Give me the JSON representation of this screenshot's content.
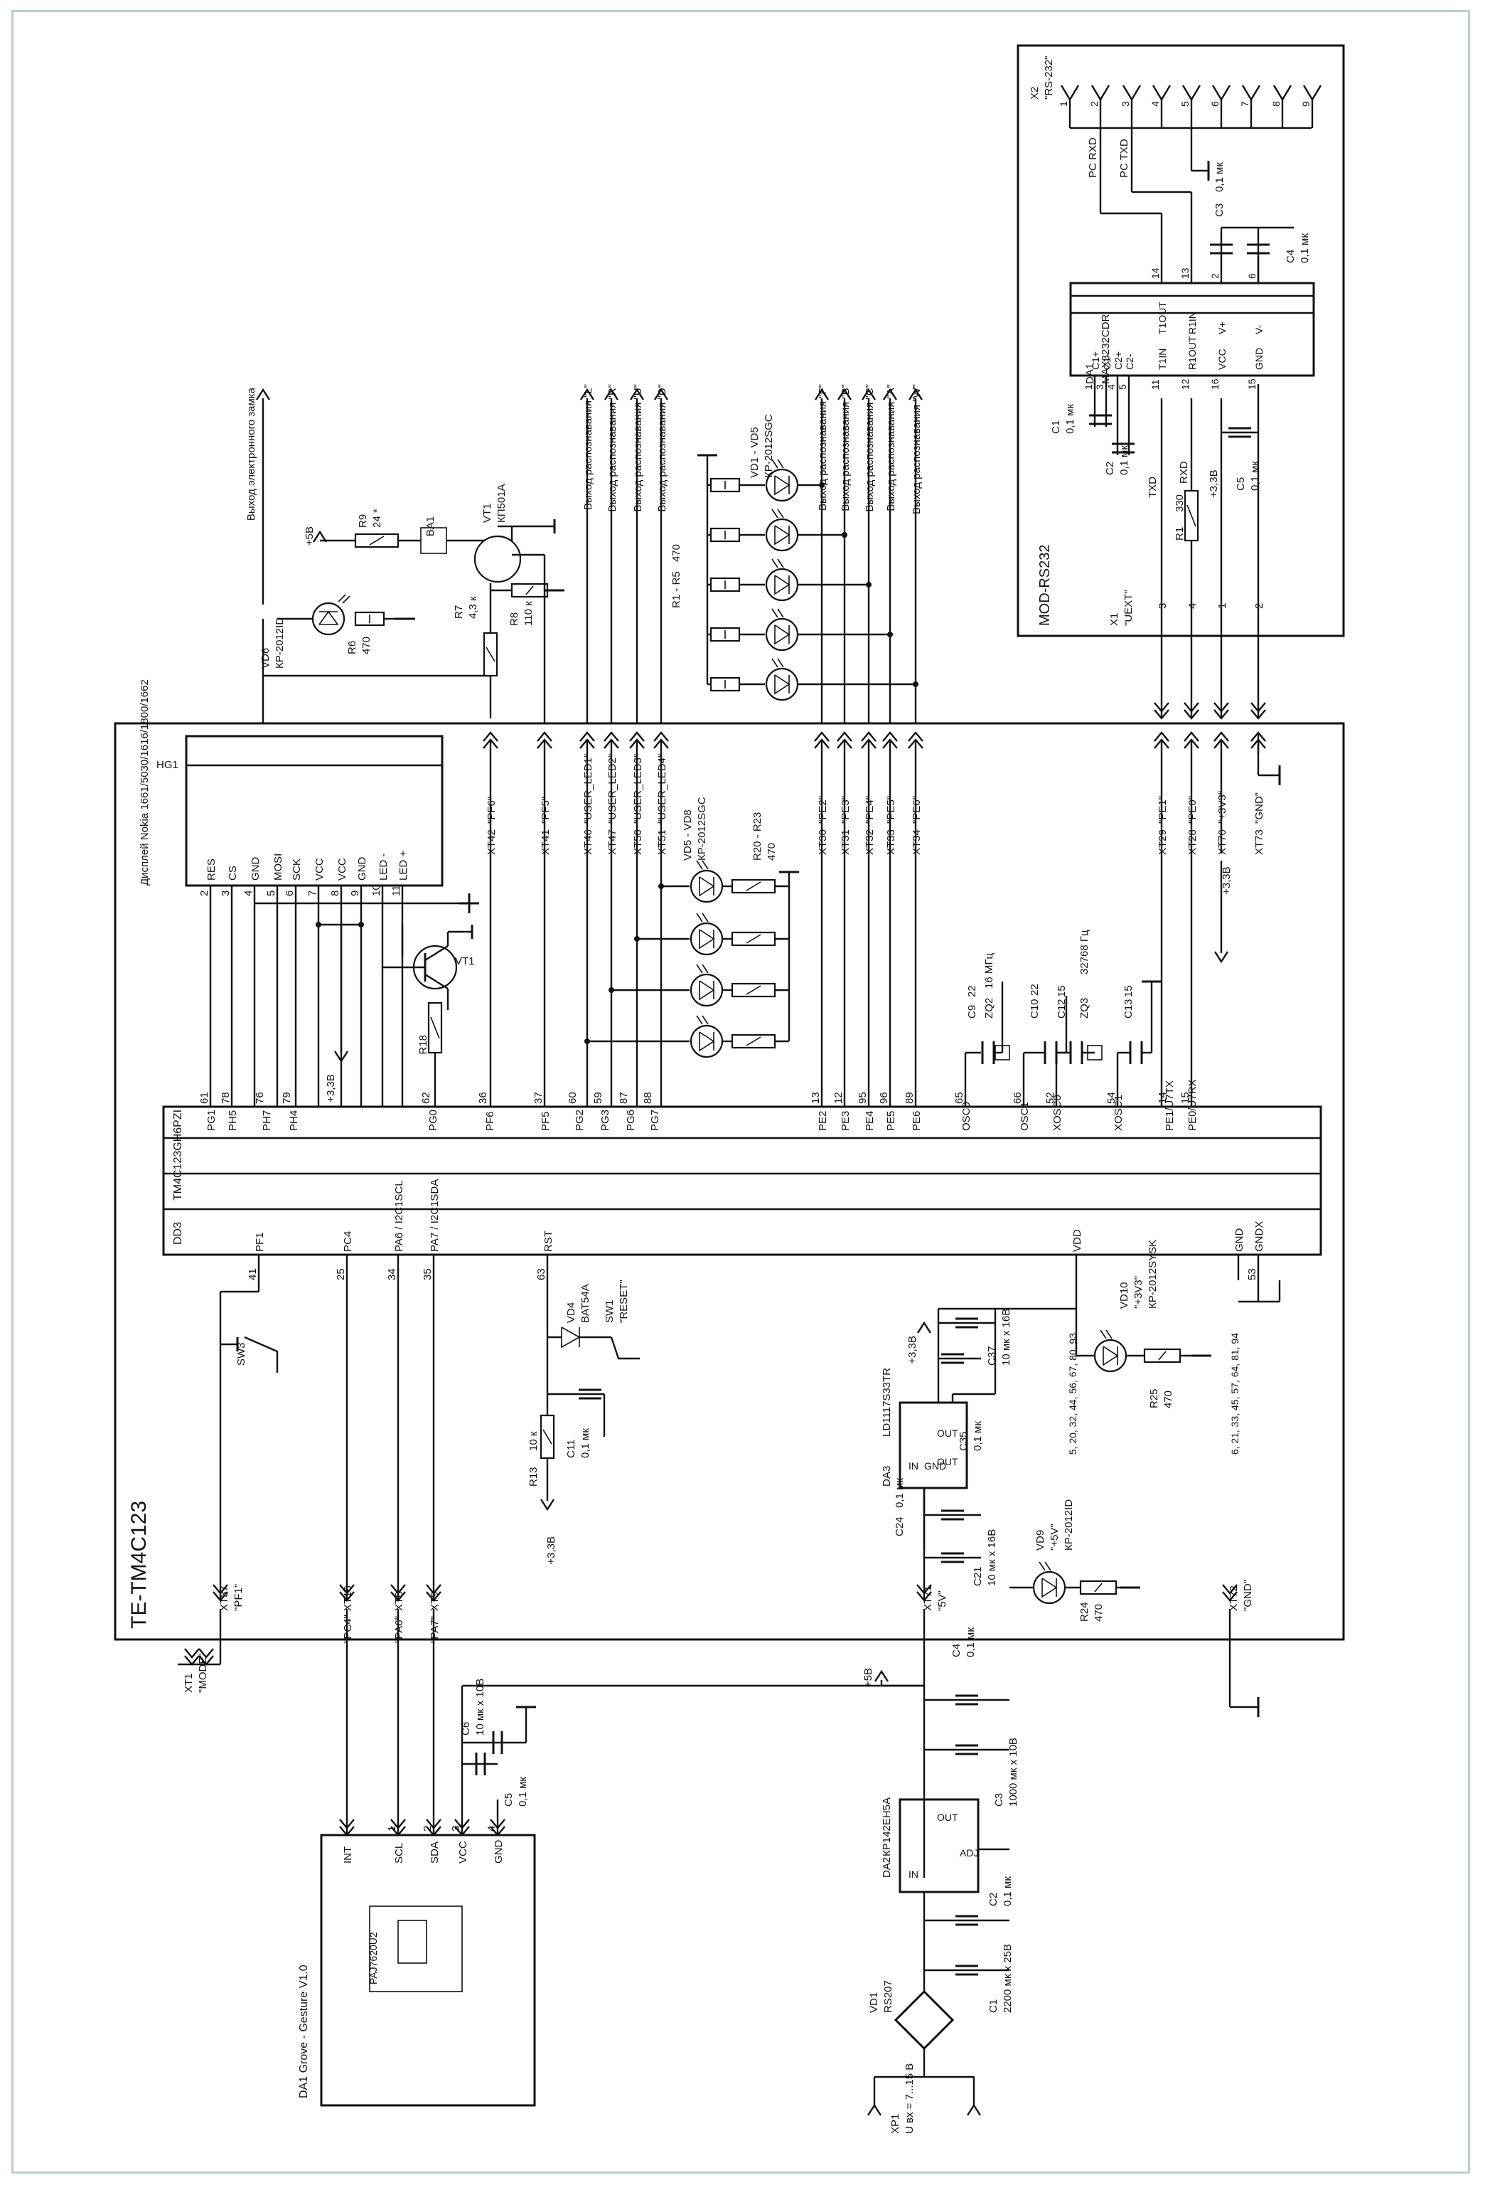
{
  "board": {
    "name": "TE-TM4C123"
  },
  "mcu": {
    "ref": "DD3",
    "part": "TM4C123GH6PZI",
    "top_pins": [
      {
        "num": "61",
        "name": "PG1"
      },
      {
        "num": "78",
        "name": "PH5"
      },
      {
        "num": "76",
        "name": "PH7"
      },
      {
        "num": "79",
        "name": "PH4"
      },
      {
        "num": "62",
        "name": "PG0"
      },
      {
        "num": "36",
        "name": "PF6"
      },
      {
        "num": "37",
        "name": "PF5"
      },
      {
        "num": "60",
        "name": "PG2"
      },
      {
        "num": "59",
        "name": "PG3"
      },
      {
        "num": "87",
        "name": "PG6"
      },
      {
        "num": "88",
        "name": "PG7"
      },
      {
        "num": "13",
        "name": "PE2"
      },
      {
        "num": "12",
        "name": "PE3"
      },
      {
        "num": "95",
        "name": "PE4"
      },
      {
        "num": "96",
        "name": "PE5"
      },
      {
        "num": "89",
        "name": "PE6"
      },
      {
        "num": "65",
        "name": "OSC0"
      },
      {
        "num": "66",
        "name": "OSC1"
      },
      {
        "num": "52",
        "name": "XOSC0"
      },
      {
        "num": "54",
        "name": "XOSC1"
      },
      {
        "num": "14",
        "name": "PE1/U7TX"
      },
      {
        "num": "15",
        "name": "PE0/U7RX"
      }
    ],
    "bottom_pins": [
      {
        "num": "41",
        "name": "PF1"
      },
      {
        "num": "25",
        "name": "PC4"
      },
      {
        "num": "34",
        "name": "PA6 / I2C1SCL"
      },
      {
        "num": "35",
        "name": "PA7 / I2C1SDA"
      },
      {
        "num": "63",
        "name": "RST"
      },
      {
        "num": "",
        "name": "VDD"
      },
      {
        "num": "",
        "name": "GND"
      },
      {
        "num": "53",
        "name": "GNDX"
      }
    ],
    "vdd_pins": "5, 20, 32, 44, 56, 67, 80, 93",
    "gnd_pins": "6, 21, 33, 45, 57, 64, 81, 94"
  },
  "display": {
    "ref": "HG1",
    "title": "Дисплей  Nokia  1661/5030/1616/1800/1662",
    "pins": [
      {
        "num": "2",
        "name": "RES"
      },
      {
        "num": "3",
        "name": "CS"
      },
      {
        "num": "4",
        "name": "GND"
      },
      {
        "num": "5",
        "name": "MOSI"
      },
      {
        "num": "6",
        "name": "SCK"
      },
      {
        "num": "7",
        "name": "VCC"
      },
      {
        "num": "8",
        "name": "VCC"
      },
      {
        "num": "9",
        "name": "GND"
      },
      {
        "num": "10",
        "name": "LED -"
      },
      {
        "num": "11",
        "name": "LED +"
      }
    ]
  },
  "top_connectors": [
    {
      "ref": "XT42",
      "net": "\"PF6\""
    },
    {
      "ref": "XT41",
      "net": "\"PF5\""
    },
    {
      "ref": "XT46",
      "net": "\"USER_LED1\""
    },
    {
      "ref": "XT47",
      "net": "\"USER_LED2\""
    },
    {
      "ref": "XT50",
      "net": "\"USER_LED3\""
    },
    {
      "ref": "XT51",
      "net": "\"USER_LED4\""
    },
    {
      "ref": "XT30",
      "net": "\"PE2\""
    },
    {
      "ref": "XT31",
      "net": "\"PE3\""
    },
    {
      "ref": "XT32",
      "net": "\"PE4\""
    },
    {
      "ref": "XT33",
      "net": "\"PE5\""
    },
    {
      "ref": "XT34",
      "net": "\"PE6\""
    },
    {
      "ref": "XT29",
      "net": "\"PE1\""
    },
    {
      "ref": "XT28",
      "net": "\"PE0\""
    },
    {
      "ref": "XT70",
      "net": "\"+3V3\""
    },
    {
      "ref": "XT73",
      "net": "\"GND\""
    }
  ],
  "bottom_connectors": [
    {
      "ref": "XT37",
      "net": "\"PF1\""
    },
    {
      "ref": "XT16",
      "net": "\"PC4\""
    },
    {
      "ref": "XT8",
      "net": "\"PA6\""
    },
    {
      "ref": "XT9",
      "net": "\"PA7\""
    },
    {
      "ref": "XT71",
      "net": "\"5V\""
    },
    {
      "ref": "XT72",
      "net": "\"GND\""
    }
  ],
  "outputs": {
    "lock": "Выход электронного замка",
    "recog": [
      "Выход  распознавания  \"L\"",
      "Выход  распознавания  \"R\"",
      "Выход  распознавания  \"U\"",
      "Выход  распознавания  \"D\"",
      "Выход  распознавания  \"F\"",
      "Выход  распознавания  \"B\"",
      "Выход  распознавания  \"C\"",
      "Выход  распознавания  \"A\"",
      "Выход  распознавания  \"W\""
    ]
  },
  "parts": {
    "vd6": "VD6",
    "vd6_part": "КР-2012ID",
    "r6": "R6",
    "r6_val": "470",
    "r9": "R9",
    "r9_val": "24 *",
    "ba1": "BA1",
    "vt1": "VT1",
    "vt1_part": "КП501А",
    "r7": "R7",
    "r7_val": "4,3 к",
    "r8": "R8",
    "r8_val": "110 к",
    "plus5": "+5В",
    "r1r5": "R1 - R5",
    "r1r5_val": "470",
    "vd1vd5": "VD1 - VD5",
    "vd1vd5_part": "КР-2012SGC",
    "vd5vd8": "VD5 - VD8",
    "vd5vd8_part": "КР-2012SGC",
    "r20r23": "R20 - R23",
    "r20r23_val": "470",
    "r18": "R18",
    "vt1b": "VT1",
    "plus33": "+3,3В",
    "c9": "C9",
    "c9_val": "22",
    "zq2": "ZQ2",
    "zq2_val": "16  МГц",
    "c10": "C10",
    "c10_val": "22",
    "c12": "C12",
    "c12_val": "15",
    "zq3": "ZQ3",
    "zq3_val": "32768 Гц",
    "c13": "C13",
    "c13_val": "15",
    "sw3": "SW3",
    "vd4": "VD4",
    "vd4_part": "BAT54A",
    "sw1": "SW1",
    "sw1_name": "\"RESET\"",
    "r13": "R13",
    "r13_val": "10 к",
    "c11": "C11",
    "c11_val": "0,1 мк",
    "c37": "C37",
    "c37_val": "10 мк x 16В",
    "c35": "C35",
    "c35_val": "0,1 мк",
    "da3": "DA3",
    "da3_part": "LD1117S33TR",
    "da3_in": "IN",
    "da3_gnd": "GND",
    "da3_out": "OUT",
    "da3_out2": "OUT",
    "c24": "C24",
    "c24_val": "0,1 мк",
    "c21": "C21",
    "c21_val": "10 мк x 16В",
    "vd9": "VD9",
    "vd9_name": "\"+5V\"",
    "vd9_part": "КР-2012ID",
    "r24": "R24",
    "r24_val": "470",
    "vd10": "VD10",
    "vd10_name": "\"+3V3\"",
    "vd10_part": "КР-2012SYSK",
    "r25": "R25",
    "r25_val": "470",
    "c4": "C4",
    "c4_val": "0,1 мк",
    "c3": "C3",
    "c3_val": "1000 мк x 10В",
    "da2": "DA2",
    "da2_part": "КР142ЕН5А",
    "da2_in": "IN",
    "da2_out": "OUT",
    "da2_adj": "ADJ",
    "c2": "C2",
    "c2_val": "0,1 мк",
    "c1": "C1",
    "c1_val": "2200 мк x 25В",
    "vd1": "VD1",
    "vd1_part": "RS207",
    "xp1": "XP1",
    "uin": "U вх = 7...15 В",
    "xt1": "XT1",
    "xt1_name": "\"MODE\""
  },
  "gesture": {
    "title": "DA1   Grove - Gesture V1.0",
    "chip": "PAJ7620U2",
    "pins": [
      {
        "num": "",
        "name": "INT"
      },
      {
        "num": "1",
        "name": "SCL"
      },
      {
        "num": "2",
        "name": "SDA"
      },
      {
        "num": "3",
        "name": "VCC"
      },
      {
        "num": "4",
        "name": "GND"
      }
    ],
    "c6": "C6",
    "c6_val": "10 мк x 10В",
    "c5": "C5",
    "c5_val": "0,1 мк"
  },
  "rs232": {
    "title": "MOD-RS232",
    "x1": "X1",
    "x1_name": "\"UEXT\"",
    "x1_pins": [
      {
        "num": "3",
        "net": "TXD"
      },
      {
        "num": "4",
        "net": "RXD"
      },
      {
        "num": "1",
        "net": "+3,3В"
      },
      {
        "num": "2",
        "net": ""
      }
    ],
    "r1": "R1",
    "r1_val": "330",
    "c5": "C5",
    "c5_val": "0,1 мк",
    "c1": "C1",
    "c1_val": "0,1 мк",
    "c2": "C2",
    "c2_val": "0,1 мк",
    "c3": "C3",
    "c3_val": "0,1 мк",
    "c4": "C4",
    "c4_val": "0,1 мк",
    "da1": "DA1",
    "da1_part": "MAX3232CDR",
    "chip_pins": [
      {
        "num": "1",
        "name": "C1+"
      },
      {
        "num": "3",
        "name": "C1-"
      },
      {
        "num": "4",
        "name": "C2+"
      },
      {
        "num": "5",
        "name": "C2-"
      },
      {
        "num": "11",
        "name": "T1IN"
      },
      {
        "num": "12",
        "name": "R1OUT"
      },
      {
        "num": "16",
        "name": "VCC"
      },
      {
        "num": "15",
        "name": "GND"
      },
      {
        "num": "14",
        "name": "T1OUT"
      },
      {
        "num": "13",
        "name": "R1IN"
      },
      {
        "num": "2",
        "name": "V+"
      },
      {
        "num": "6",
        "name": "V-"
      }
    ],
    "x2": "X2",
    "x2_name": "\"RS-232\"",
    "pc_rxd": "PC  RXD",
    "pc_txd": "PC  TXD",
    "db9": [
      "1",
      "2",
      "3",
      "4",
      "5",
      "6",
      "7",
      "8",
      "9"
    ]
  }
}
